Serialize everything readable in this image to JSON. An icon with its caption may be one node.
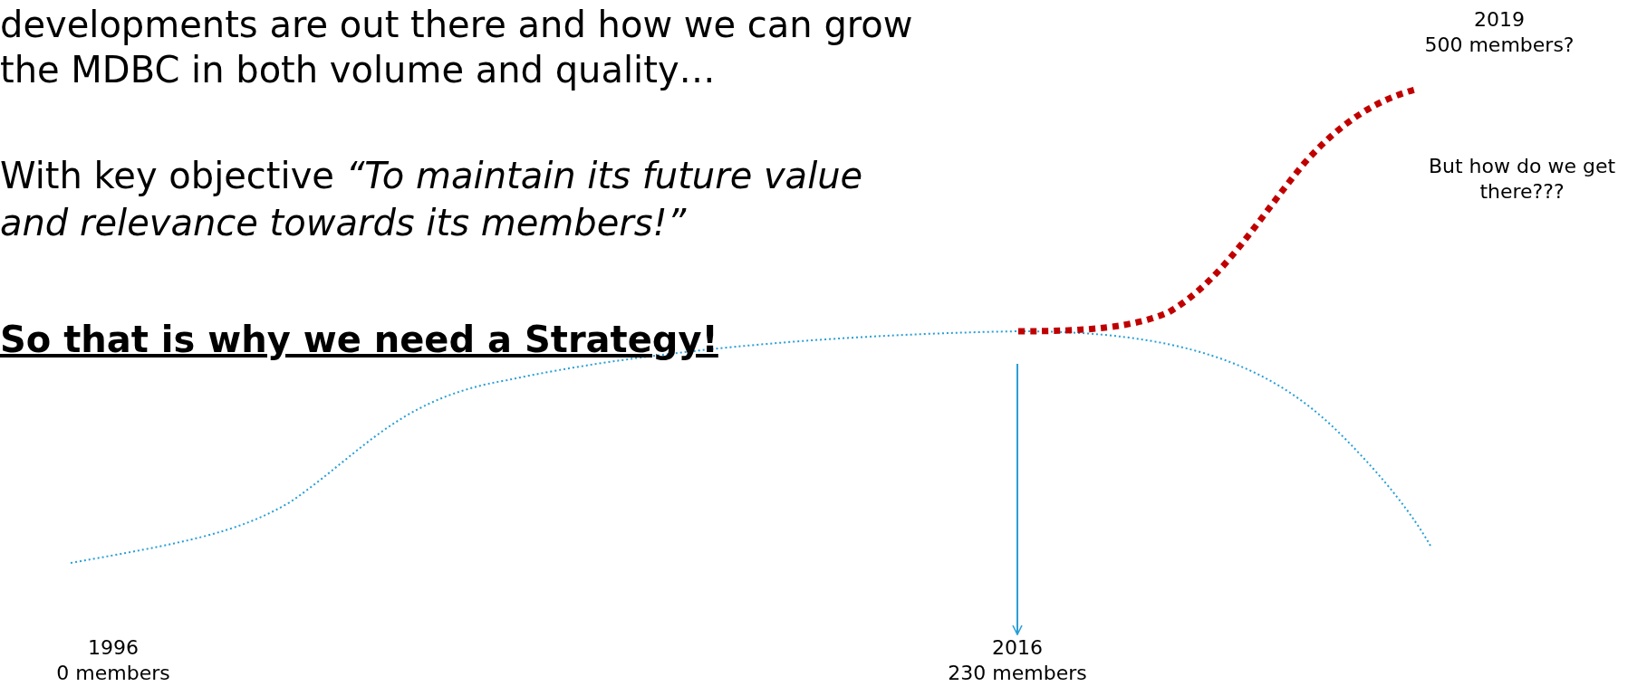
{
  "diagram": {
    "nodes": [
      {
        "text": [
          "2019 500 members?"
        ]
      },
      {
        "text": [
          "1996 0 members"
        ]
      },
      {
        "text": [
          "2016 230 members"
        ]
      }
    ],
    "edges": [
      {
        "from": null,
        "to": 2,
        "arrow": "to",
        "color": "#2a9fd6"
      }
    ],
    "labels": [
      "developments are out there and how we can grow the MDBC in both volume and quality…",
      "With key objective *“To maintain its future value and relevance towards its members!”*",
      "So that is why we need a Strategy!",
      "But how do we get there???"
    ]
  }
}
